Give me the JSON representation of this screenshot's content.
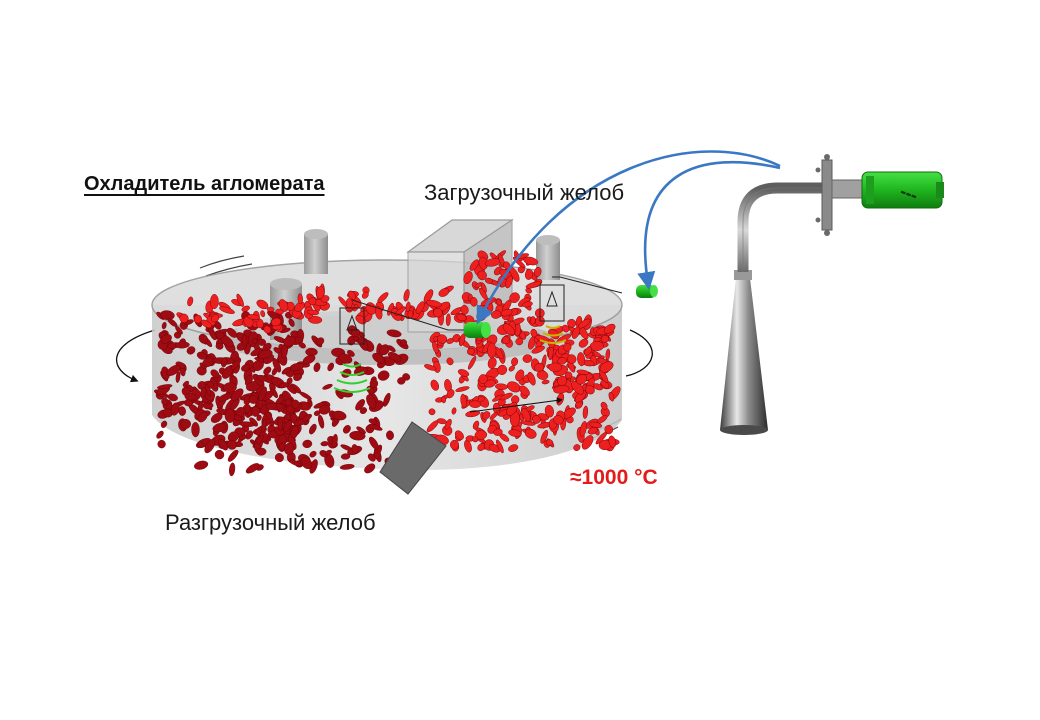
{
  "diagram": {
    "title": "Охладитель агломерата",
    "loading_chute_label": "Загрузочный желоб",
    "unloading_chute_label": "Разгрузочный желоб",
    "temperature_label": "≈1000 °C"
  },
  "colors": {
    "material_dark": "#9e0b12",
    "material_bright": "#ee1f1f",
    "sensor_green": "#2fd12f",
    "arrow_blue": "#3b78c3",
    "temperature_red": "#e41b1b"
  }
}
